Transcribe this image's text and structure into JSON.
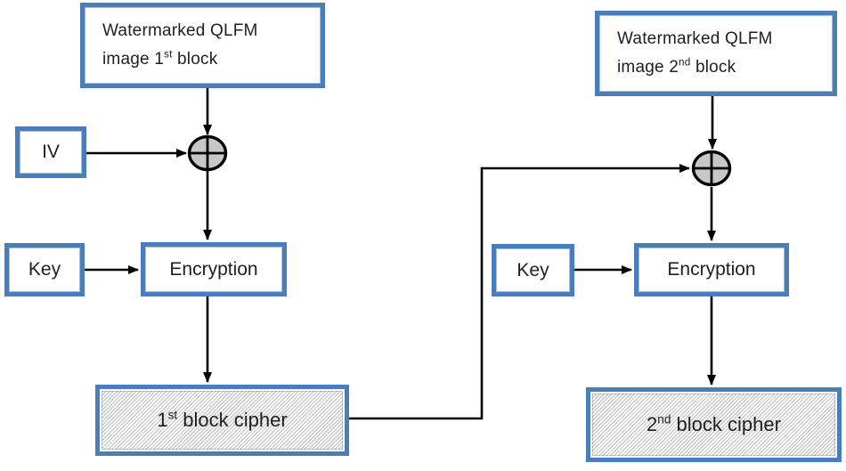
{
  "figure": {
    "kind": "flow-diagram",
    "nodes": {
      "wm1": {
        "line1": "Watermarked QLFM",
        "line2_pre": "image 1",
        "line2_sup": "st",
        "line2_post": " block"
      },
      "wm2": {
        "line1": "Watermarked QLFM",
        "line2_pre": "image 2",
        "line2_sup": "nd",
        "line2_post": " block"
      },
      "iv": {
        "label": "IV"
      },
      "key1": {
        "label": "Key"
      },
      "key2": {
        "label": "Key"
      },
      "enc1": {
        "label": "Encryption"
      },
      "enc2": {
        "label": "Encryption"
      },
      "xor1": {
        "symbol": "xor"
      },
      "xor2": {
        "symbol": "xor"
      },
      "cipher1": {
        "pre": "1",
        "sup": "st",
        "post": " block cipher"
      },
      "cipher2": {
        "pre": "2",
        "sup": "nd",
        "post": " block cipher"
      }
    },
    "edges": [
      {
        "from": "wm1",
        "to": "xor1"
      },
      {
        "from": "iv",
        "to": "xor1"
      },
      {
        "from": "xor1",
        "to": "enc1"
      },
      {
        "from": "key1",
        "to": "enc1"
      },
      {
        "from": "enc1",
        "to": "cipher1"
      },
      {
        "from": "cipher1",
        "to": "xor2"
      },
      {
        "from": "wm2",
        "to": "xor2"
      },
      {
        "from": "xor2",
        "to": "enc2"
      },
      {
        "from": "key2",
        "to": "enc2"
      },
      {
        "from": "enc2",
        "to": "cipher2"
      }
    ],
    "colors": {
      "box_border": "#4a7ebb",
      "line": "#000000",
      "xor_fill": "#c7c7c7",
      "hatch_stroke": "#c8c8c8",
      "text": "#1f1f1f",
      "background": "#ffffff"
    }
  }
}
